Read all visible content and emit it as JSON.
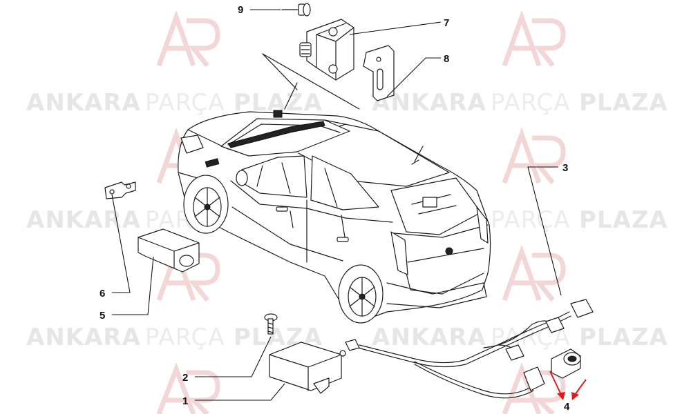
{
  "watermark": {
    "brand_bold_1": "ANKARA",
    "brand_light": "PARÇA",
    "brand_bold_2": "PLAZA"
  },
  "callouts": [
    "1",
    "2",
    "3",
    "4",
    "5",
    "6",
    "7",
    "8",
    "9"
  ],
  "colors": {
    "line": "#1a1a1a",
    "arrow": "#e11b1b",
    "watermark": "#e6e6e6"
  }
}
